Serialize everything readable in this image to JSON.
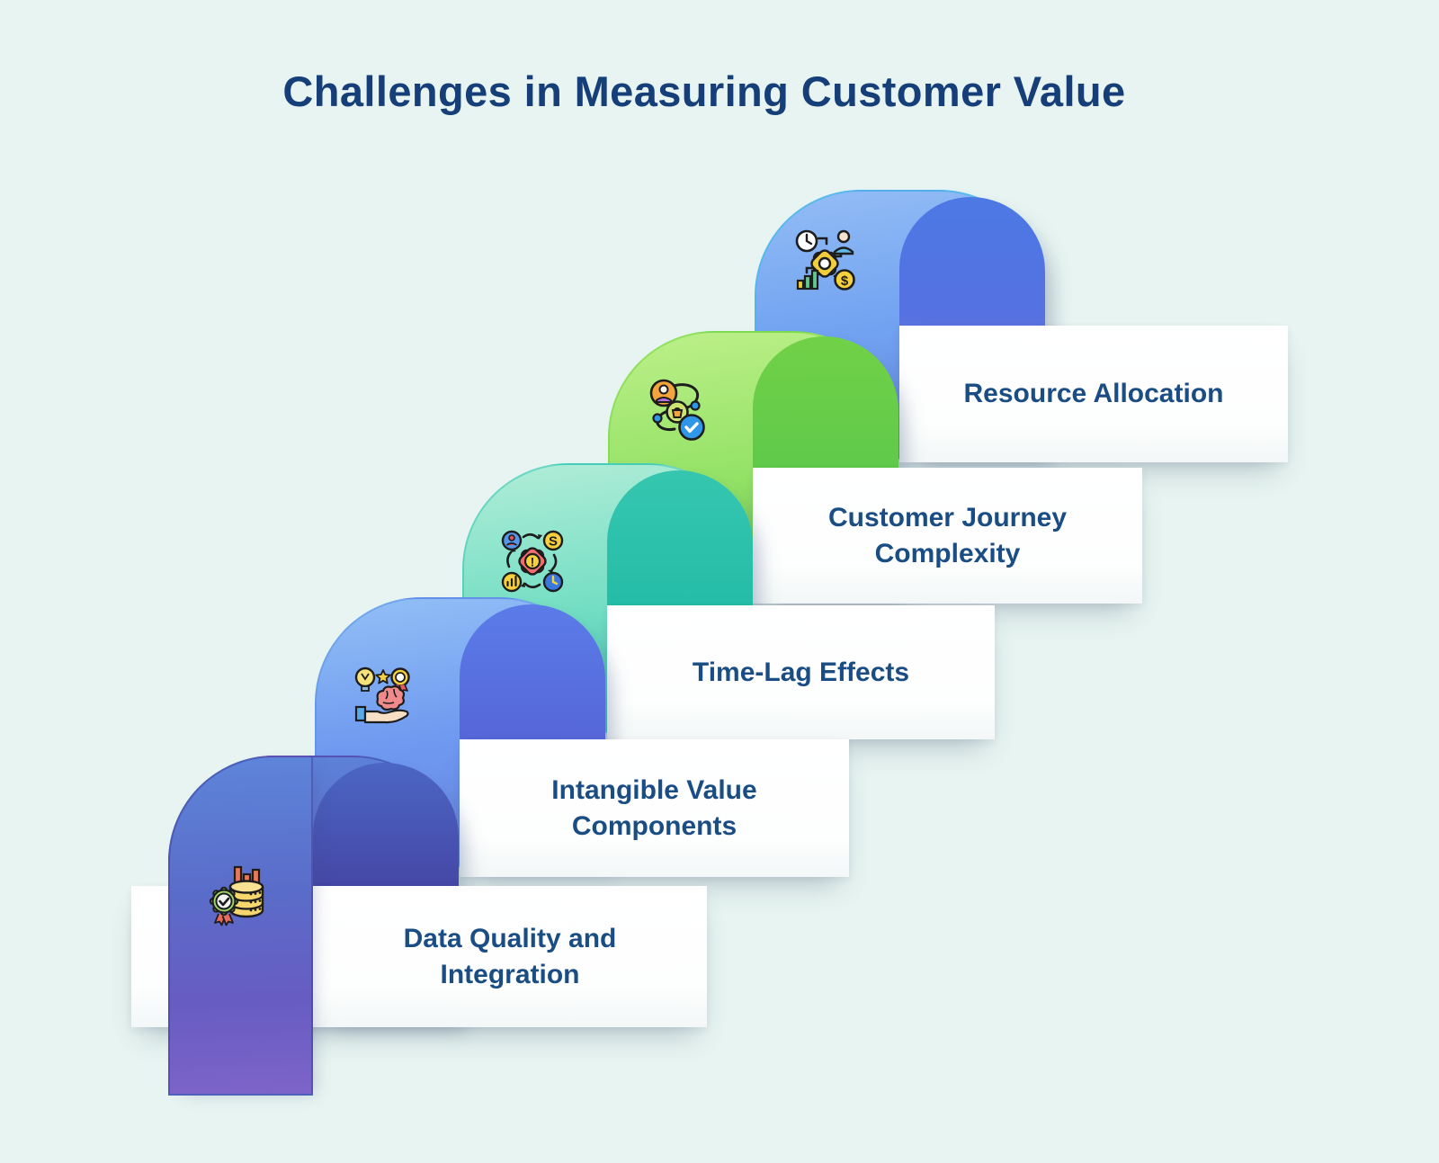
{
  "title": "Challenges in Measuring Customer Value",
  "palette": {
    "background": "#e7f4f1",
    "title_color": "#163e78",
    "label_color": "#1b4d85",
    "card_background": "#ffffff"
  },
  "steps": [
    {
      "label": "Data Quality and\nIntegration",
      "icon": "data-quality-icon",
      "colors": {
        "outer": "#5e85da",
        "outer_end": "#7d64c9",
        "door": "#443f9e"
      }
    },
    {
      "label": "Intangible Value\nComponents",
      "icon": "intangible-value-icon",
      "colors": {
        "outer": "#93c0f6",
        "outer_end": "#6a87e9",
        "door": "#5668da"
      }
    },
    {
      "label": "Time-Lag Effects",
      "icon": "time-lag-icon",
      "colors": {
        "outer": "#b2edd8",
        "outer_end": "#3ecfb4",
        "door": "#23bca6"
      }
    },
    {
      "label": "Customer Journey\nComplexity",
      "icon": "customer-journey-icon",
      "colors": {
        "outer": "#bdf08a",
        "outer_end": "#6ed74e",
        "door": "#5ec94a"
      }
    },
    {
      "label": "Resource Allocation",
      "icon": "resource-allocation-icon",
      "colors": {
        "outer": "#93bdf5",
        "outer_end": "#6e8ce9",
        "door": "#5571e1"
      }
    }
  ]
}
